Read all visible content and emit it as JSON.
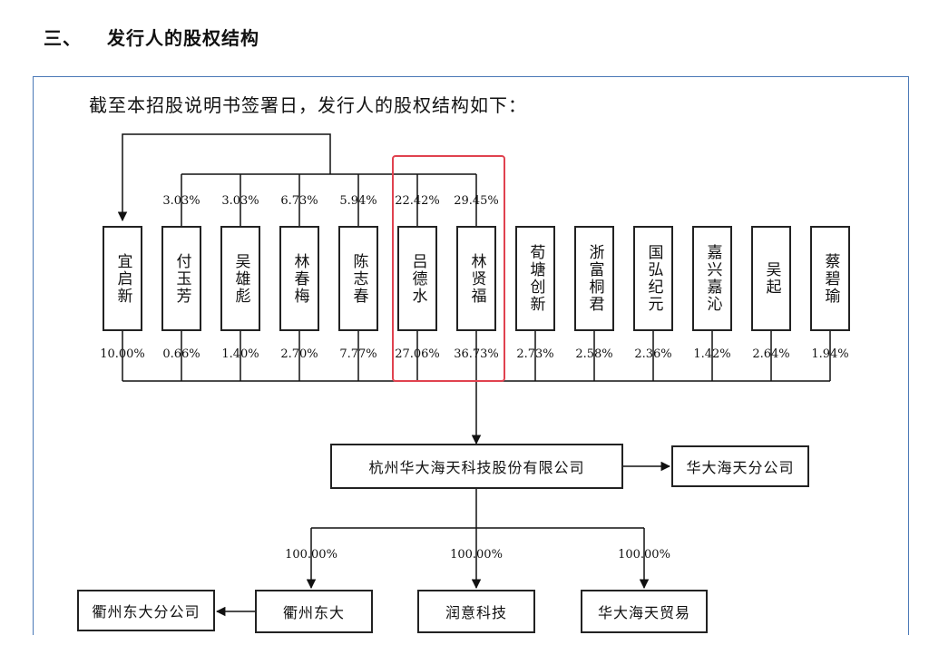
{
  "section": {
    "number": "三、",
    "title": "发行人的股权结构"
  },
  "intro": "截至本招股说明书签署日，发行人的股权结构如下：",
  "holders": [
    {
      "name": "宜启新",
      "top_pct": "",
      "bottom_pct": "10.00%"
    },
    {
      "name": "付玉芳",
      "top_pct": "3.03%",
      "bottom_pct": "0.66%"
    },
    {
      "name": "吴雄彪",
      "top_pct": "3.03%",
      "bottom_pct": "1.40%"
    },
    {
      "name": "林春梅",
      "top_pct": "6.73%",
      "bottom_pct": "2.70%"
    },
    {
      "name": "陈志春",
      "top_pct": "5.94%",
      "bottom_pct": "7.77%"
    },
    {
      "name": "吕德水",
      "top_pct": "22.42%",
      "bottom_pct": "27.06%"
    },
    {
      "name": "林贤福",
      "top_pct": "29.45%",
      "bottom_pct": "36.73%"
    },
    {
      "name": "荀塘创新",
      "top_pct": "",
      "bottom_pct": "2.73%"
    },
    {
      "name": "浙富桐君",
      "top_pct": "",
      "bottom_pct": "2.58%"
    },
    {
      "name": "国弘纪元",
      "top_pct": "",
      "bottom_pct": "2.36%"
    },
    {
      "name": "嘉兴嘉沁",
      "top_pct": "",
      "bottom_pct": "1.42%"
    },
    {
      "name": "吴起",
      "top_pct": "",
      "bottom_pct": "2.64%"
    },
    {
      "name": "蔡碧瑜",
      "top_pct": "",
      "bottom_pct": "1.94%"
    }
  ],
  "company": "杭州华大海天科技股份有限公司",
  "branch": "华大海天分公司",
  "subsidiaries": [
    {
      "name": "衢州东大",
      "pct": "100.00%"
    },
    {
      "name": "润意科技",
      "pct": "100.00%"
    },
    {
      "name": "华大海天贸易",
      "pct": "100.00%"
    }
  ],
  "sub_branch": "衢州东大分公司",
  "colors": {
    "frame": "#4a78b6",
    "highlight": "#e0424f"
  }
}
